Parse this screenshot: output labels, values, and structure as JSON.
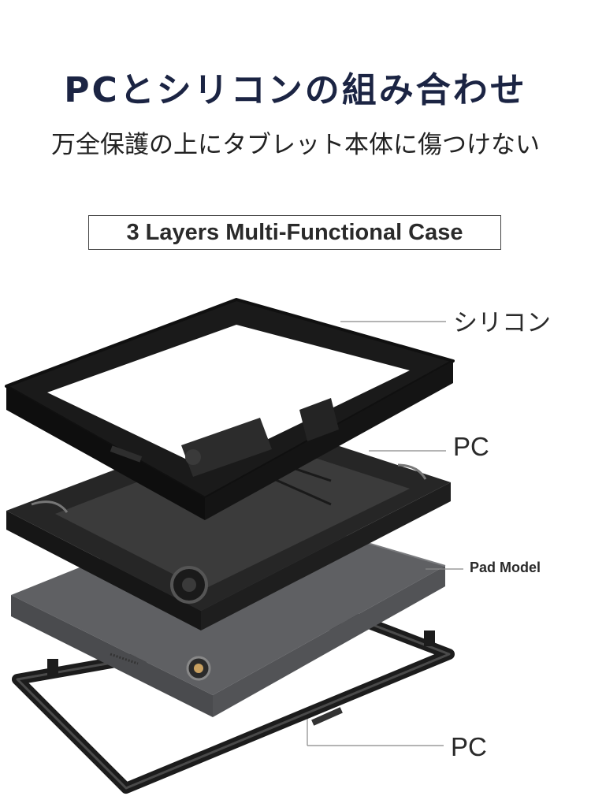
{
  "heading": {
    "title": "PCとシリコンの組み合わせ",
    "subtitle": "万全保護の上にタブレット本体に傷つけない"
  },
  "badge": {
    "text": "3 Layers Multi-Functional Case"
  },
  "layers": {
    "silicone_label": "シリコン",
    "pc_top_label": "PC",
    "pad_label": "Pad Model",
    "pc_bottom_label": "PC"
  },
  "colors": {
    "title": "#1b2443",
    "silicone": "#1a1a1a",
    "pc_shell": "#2a2a2a",
    "tablet": "#5f6063",
    "leader_line": "#888888"
  }
}
